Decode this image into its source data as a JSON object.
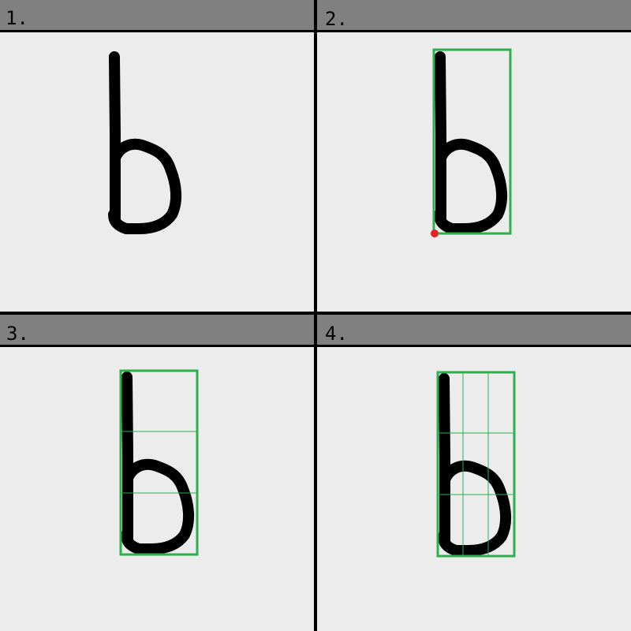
{
  "colors": {
    "header": "#808080",
    "panel_background": "#ececec",
    "divider": "#000000",
    "stroke": "#000000",
    "bounding_box": "#2fb04e",
    "anchor_point": "#e8202a"
  },
  "panels": [
    {
      "label": "1.",
      "overlay": "none"
    },
    {
      "label": "2.",
      "overlay": "bounding-box-with-origin-point"
    },
    {
      "label": "3.",
      "overlay": "bounding-box-with-3-rows"
    },
    {
      "label": "4.",
      "overlay": "bounding-box-with-3x3-grid"
    }
  ]
}
